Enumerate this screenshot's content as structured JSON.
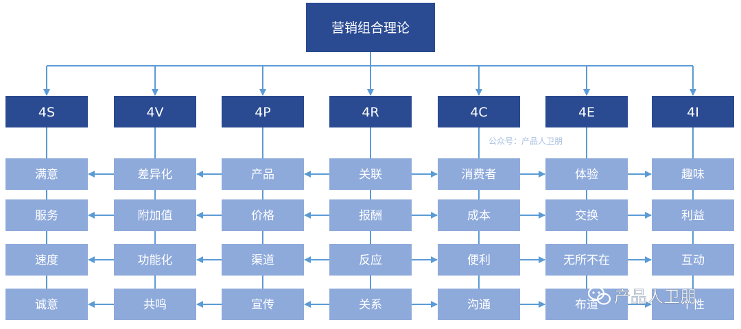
{
  "colors": {
    "dark_box": "#2a4a92",
    "light_box": "#8eaadb",
    "arrow": "#5b9bd5"
  },
  "root": {
    "label": "营销组合理论"
  },
  "columns": [
    {
      "label": "4S",
      "items": [
        "满意",
        "服务",
        "速度",
        "诚意"
      ]
    },
    {
      "label": "4V",
      "items": [
        "差异化",
        "附加值",
        "功能化",
        "共鸣"
      ]
    },
    {
      "label": "4P",
      "items": [
        "产品",
        "价格",
        "渠道",
        "宣传"
      ]
    },
    {
      "label": "4R",
      "items": [
        "关联",
        "报酬",
        "反应",
        "关系"
      ]
    },
    {
      "label": "4C",
      "items": [
        "消费者",
        "成本",
        "便利",
        "沟通"
      ]
    },
    {
      "label": "4E",
      "items": [
        "体验",
        "交换",
        "无所不在",
        "布道"
      ]
    },
    {
      "label": "4I",
      "items": [
        "趣味",
        "利益",
        "互动",
        "个性"
      ]
    }
  ],
  "watermark_text": "公众号：产品人卫朋",
  "brand_watermark": {
    "icon": "wechat-icon",
    "text": "产品人卫朋"
  }
}
